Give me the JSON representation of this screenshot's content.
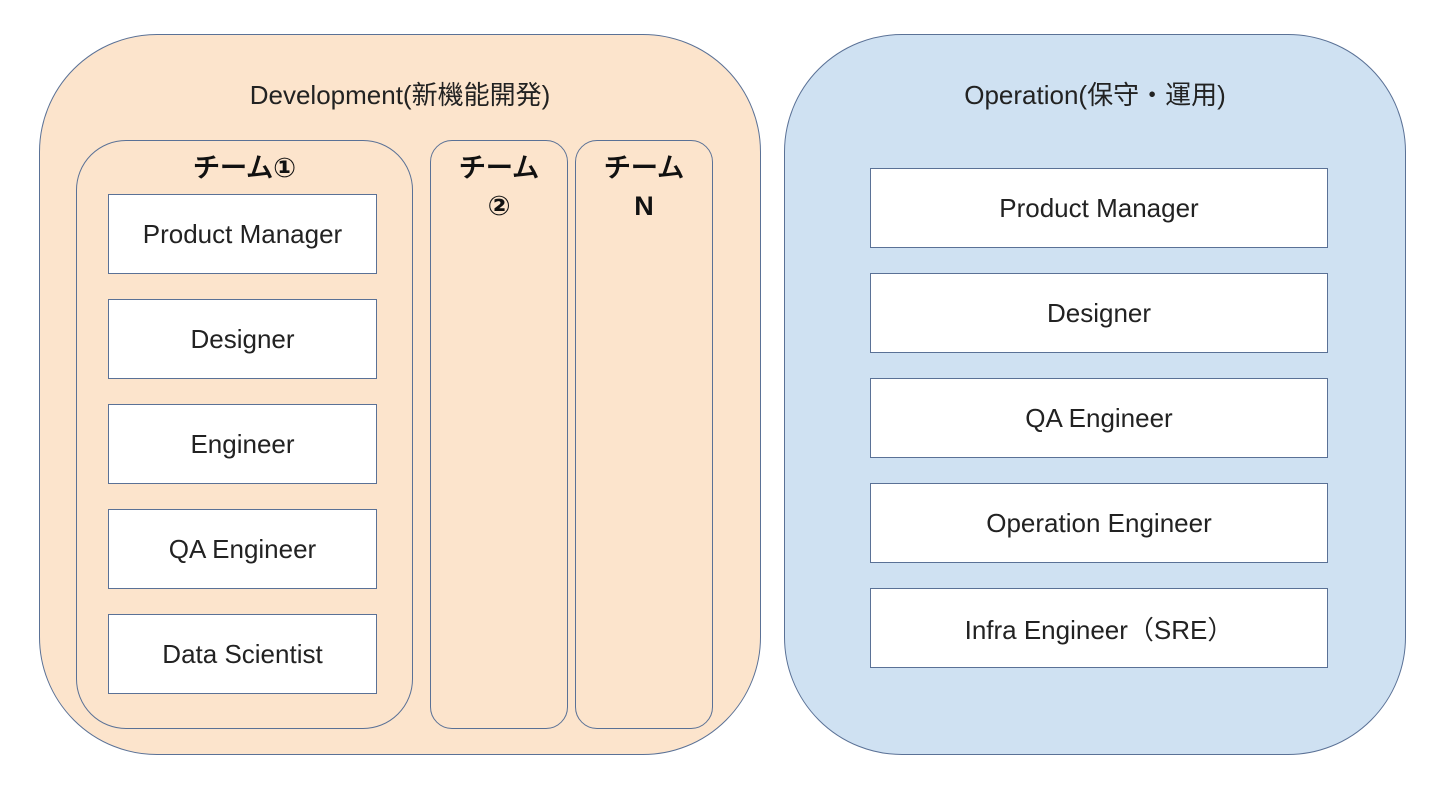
{
  "development": {
    "title": "Development(新機能開発)",
    "teams": [
      {
        "title": "チーム①",
        "roles": [
          "Product Manager",
          "Designer",
          "Engineer",
          "QA Engineer",
          "Data Scientist"
        ]
      },
      {
        "title_line1": "チーム",
        "title_line2": "②"
      },
      {
        "title_line1": "チーム",
        "title_line2": "N"
      }
    ]
  },
  "operation": {
    "title": "Operation(保守・運用)",
    "roles": [
      "Product Manager",
      "Designer",
      "QA Engineer",
      "Operation Engineer",
      "Infra Engineer（SRE）"
    ]
  },
  "colors": {
    "development_fill": "#fce4cc",
    "operation_fill": "#cfe1f2",
    "border": "#5a7196",
    "role_fill": "#ffffff"
  }
}
